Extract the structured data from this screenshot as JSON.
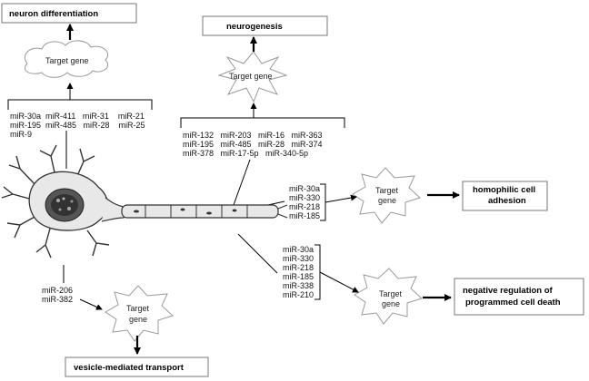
{
  "outcomes": {
    "neuron_differentiation": "neuron differentiation",
    "neurogenesis": "neurogenesis",
    "homophilic_cell_adhesion": [
      "homophilic cell",
      "adhesion"
    ],
    "negative_regulation": [
      "negative regulation of",
      "programmed cell death"
    ],
    "vesicle_transport": "vesicle-mediated transport"
  },
  "target_gene_shapes": {
    "cloud": "Target gene",
    "star_top": "Target gene",
    "star_adhesion": [
      "Target",
      "gene"
    ],
    "star_death": [
      "Target",
      "gene"
    ],
    "star_vesicle": [
      "Target",
      "gene"
    ]
  },
  "mirna_groups": {
    "differentiation": [
      "miR-30a  miR-411   miR-31    miR-21",
      "miR-195  miR-485   miR-28    miR-25",
      "miR-9"
    ],
    "neurogenesis": [
      "miR-132   miR-203   miR-16   miR-363",
      "miR-195   miR-485   miR-28   miR-374",
      "miR-378   miR-17-5p   miR-340-5p"
    ],
    "adhesion": [
      "miR-30a",
      "miR-330",
      "miR-218",
      "miR-185"
    ],
    "cell_death": [
      "miR-30a",
      "miR-330",
      "miR-218",
      "miR-185",
      "miR-338",
      "miR-210"
    ],
    "vesicle": [
      "miR-206",
      "miR-382"
    ]
  }
}
